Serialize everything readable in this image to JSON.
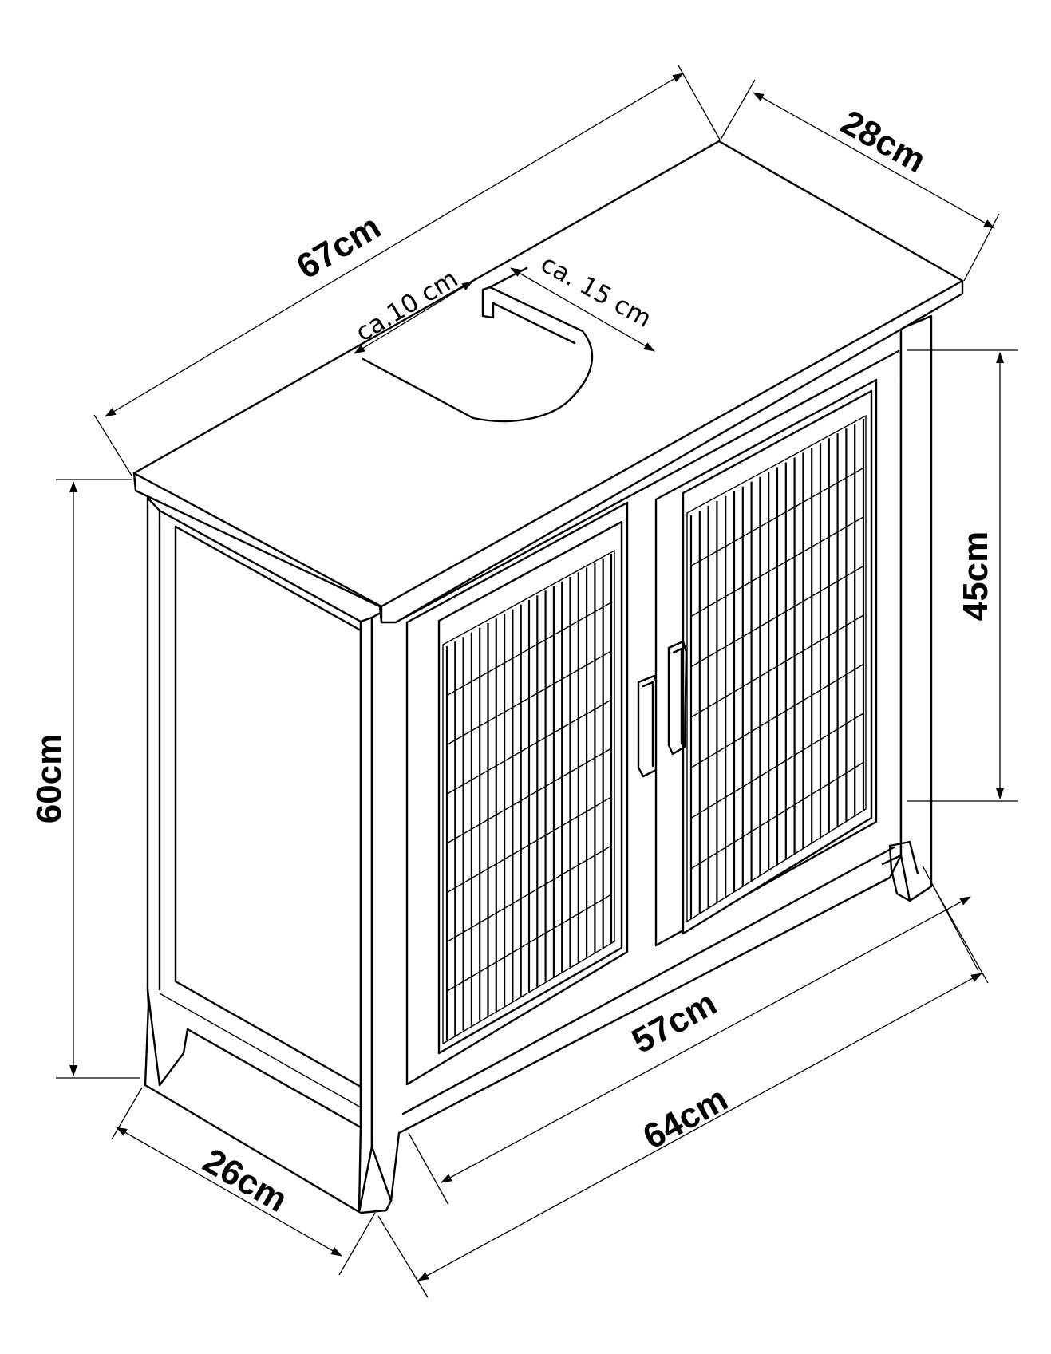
{
  "dimensions": {
    "top_length": "67cm",
    "top_depth": "28cm",
    "cutout_width": "ca.10 cm",
    "cutout_depth": "ca. 15 cm",
    "total_height": "60cm",
    "door_height": "45cm",
    "inner_width": "57cm",
    "outer_width": "64cm",
    "base_depth": "26cm"
  },
  "colors": {
    "line": "#000000",
    "background": "#ffffff"
  }
}
